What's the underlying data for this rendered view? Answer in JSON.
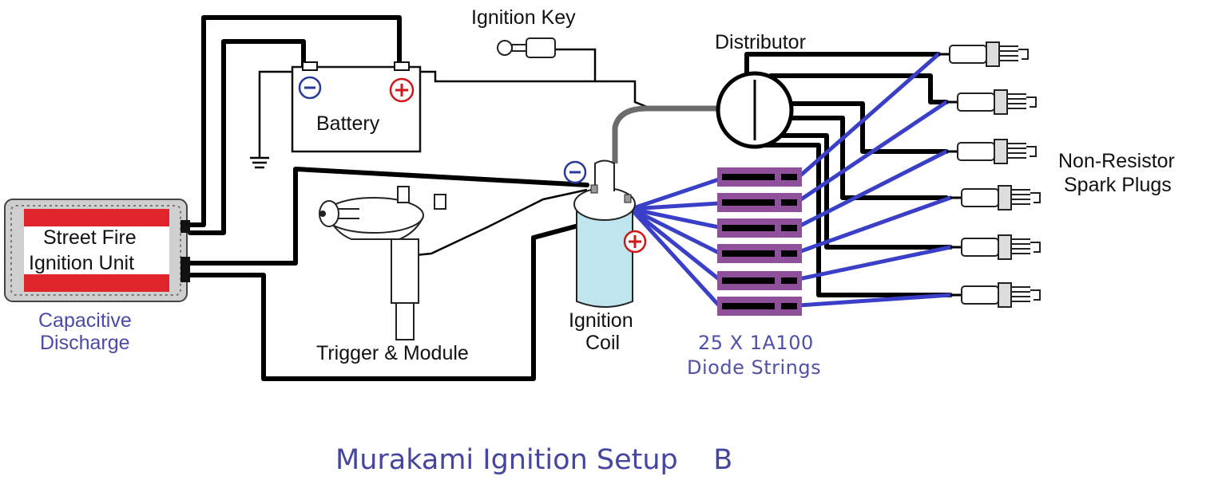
{
  "labels": {
    "ignition_key": "Ignition Key",
    "distributor": "Distributor",
    "battery": "Battery",
    "battery_neg": "−",
    "battery_pos": "+",
    "coil_neg": "−",
    "coil_pos": "+",
    "spark_plugs_line1": "Non-Resistor",
    "spark_plugs_line2": "Spark Plugs",
    "cdi_line1": "Street Fire",
    "cdi_line2": "Ignition Unit",
    "cdi_caption_line1": "Capacitive",
    "cdi_caption_line2": "Discharge",
    "trigger": "Trigger & Module",
    "coil_line1": "Ignition",
    "coil_line2": "Coil",
    "diodes_line1": "25 X 1A100",
    "diodes_line2": "Diode  Strings"
  },
  "title": "Murakami Ignition Setup    B",
  "colors": {
    "wire": "#000000",
    "diode_wire": "#3a3fc8",
    "diode_body": "#8e4f9b",
    "cdi_red": "#e0242c",
    "coil_fill": "#bfe6ee",
    "caption_blue": "#4a4aa8",
    "battery_pos": "#d01818",
    "battery_neg": "#2a3a9a"
  }
}
